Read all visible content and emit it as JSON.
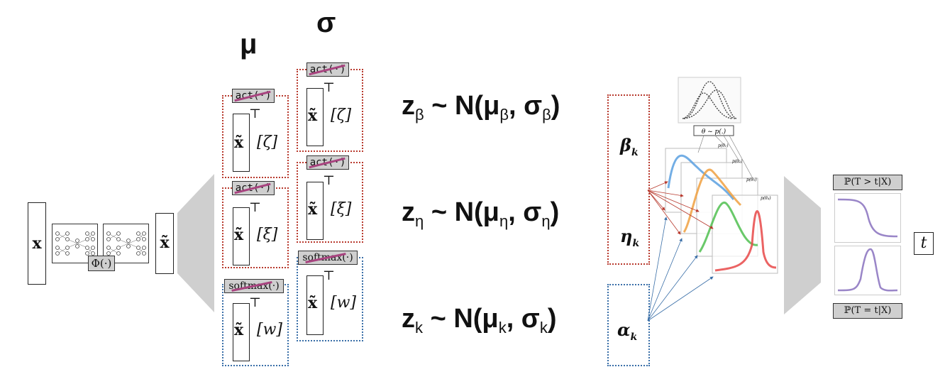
{
  "input": {
    "x_label": "x",
    "phi_label": "Φ(·)",
    "xtilde_label": "x̃"
  },
  "headers": {
    "mu": "μ",
    "sigma": "σ"
  },
  "mu_column": [
    {
      "act": "act(·)",
      "xt": "x̃",
      "T": "⊤",
      "param": "[ζ]"
    },
    {
      "act": "act(·)",
      "xt": "x̃",
      "T": "⊤",
      "param": "[ξ]"
    },
    {
      "act": "softmax(·)",
      "xt": "x̃",
      "T": "⊤",
      "param": "[w]"
    }
  ],
  "sigma_column": [
    {
      "act": "act(·)",
      "xt": "x̃",
      "T": "⊤",
      "param": "[ζ]"
    },
    {
      "act": "act(·)",
      "xt": "x̃",
      "T": "⊤",
      "param": "[ξ]"
    },
    {
      "act": "softmax(·)",
      "xt": "x̃",
      "T": "⊤",
      "param": "[w]"
    }
  ],
  "equations": [
    {
      "z": "z",
      "zsub": "β",
      "tilde": "~",
      "N": "N(μ",
      "musub": "β",
      "comma": ", σ",
      "sigsub": "β",
      "close": ")"
    },
    {
      "z": "z",
      "zsub": "η",
      "tilde": "~",
      "N": "N(μ",
      "musub": "η",
      "comma": ", σ",
      "sigsub": "η",
      "close": ")"
    },
    {
      "z": "z",
      "zsub": "k",
      "tilde": "~",
      "N": "N(μ",
      "musub": "k",
      "comma": ", σ",
      "sigsub": "k",
      "close": ")"
    }
  ],
  "params": {
    "beta": "β",
    "beta_sub": "k",
    "eta": "η",
    "eta_sub": "k",
    "alpha": "α",
    "alpha_sub": "k"
  },
  "theta_label": "θ ~ p(.)",
  "p_theta_labels": [
    "p(θ₁)",
    "p(θ₂)",
    "p(θ₃)",
    "p(θ₄)"
  ],
  "outputs": {
    "survival": "ℙ(T > t|X)",
    "density": "ℙ(T = t|X)",
    "t": "t"
  }
}
